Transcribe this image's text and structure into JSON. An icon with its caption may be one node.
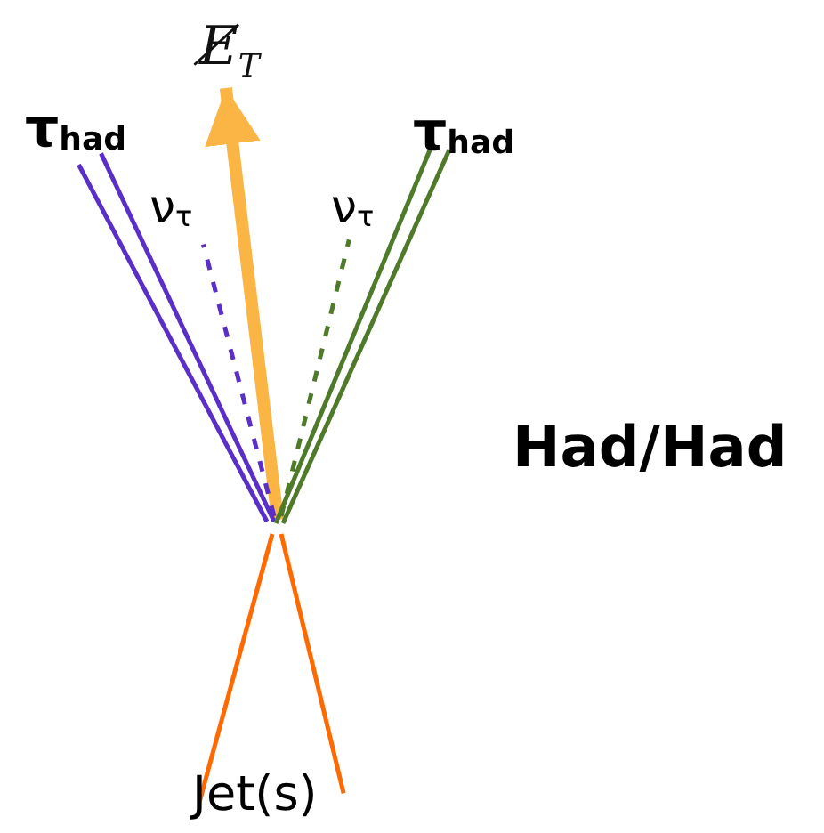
{
  "diagram": {
    "nodes": [
      {
        "text": [
          "E̸$_{T}$"
        ]
      },
      {
        "text": [
          "τ$_{had}$"
        ]
      },
      {
        "text": [
          "ν$_{τ}$"
        ]
      },
      {
        "text": [
          "ν$_{τ}$"
        ]
      },
      {
        "text": [
          "τ$_{had}$"
        ]
      },
      {
        "text": [
          "Jet(s)"
        ]
      }
    ],
    "edges": [
      {
        "from": null,
        "to": 0,
        "arrow": "to",
        "style": "thick",
        "color": "#fbb545"
      },
      {
        "from": null,
        "to": 1,
        "arrow": "none",
        "color": "#5a2fc8"
      },
      {
        "from": null,
        "to": 1,
        "arrow": "none",
        "color": "#5a2fc8"
      },
      {
        "from": null,
        "to": 2,
        "arrow": "none",
        "style": "dashed",
        "color": "#5a2fc8"
      },
      {
        "from": null,
        "to": 3,
        "arrow": "none",
        "style": "dashed",
        "color": "#4f7a2a"
      },
      {
        "from": null,
        "to": 4,
        "arrow": "none",
        "color": "#4f7a2a"
      },
      {
        "from": null,
        "to": 4,
        "arrow": "none",
        "color": "#4f7a2a"
      },
      {
        "from": null,
        "to": 5,
        "arrow": "none",
        "color": "#ff6a00"
      },
      {
        "from": null,
        "to": 5,
        "arrow": "none",
        "color": "#ff6a00"
      }
    ],
    "labels": [
      "Had/Had"
    ]
  }
}
